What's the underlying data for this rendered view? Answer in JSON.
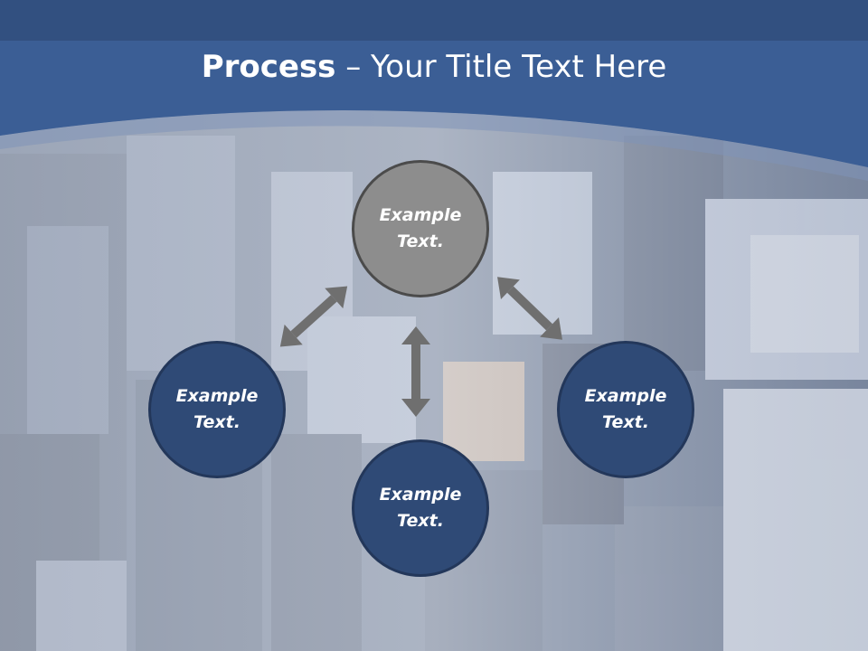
{
  "header": {
    "title_bold": "Process",
    "title_rest": " – Your Title Text Here"
  },
  "process": {
    "top": {
      "line1": "Example",
      "line2": "Text."
    },
    "left": {
      "line1": "Example",
      "line2": "Text."
    },
    "right": {
      "line1": "Example",
      "line2": "Text."
    },
    "bottom": {
      "line1": "Example",
      "line2": "Text."
    }
  },
  "colors": {
    "header_blue": "#3a5d93",
    "circle_blue": "#2f4a76",
    "circle_gray": "#8d8d8d",
    "arrow_gray": "#6f6f6f"
  }
}
